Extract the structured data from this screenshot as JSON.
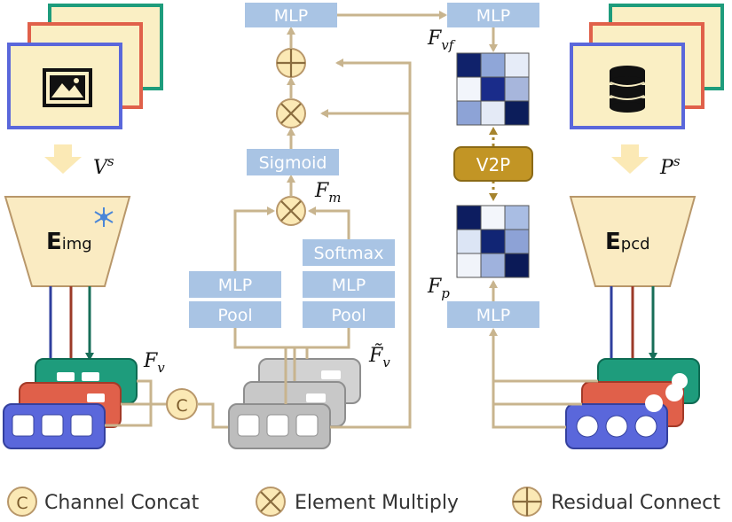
{
  "blocks": {
    "mlp_label": "MLP",
    "sigmoid_label": "Sigmoid",
    "softmax_label": "Softmax",
    "pool_label": "Pool",
    "v2p_label": "V2P"
  },
  "encoders": {
    "img_E": "E",
    "img_sub": "img",
    "pcd_E": "E",
    "pcd_sub": "pcd"
  },
  "labels": {
    "V_base": "V",
    "V_sup": "s",
    "P_base": "P",
    "P_sup": "s",
    "Fv_base": "F",
    "Fv_sub": "v",
    "Fvtilde_base": "F̃",
    "Fvtilde_sub": "v",
    "Fm_base": "F",
    "Fm_sub": "m",
    "Fvf_base": "F",
    "Fvf_sub": "vf",
    "Fp_base": "F",
    "Fp_sub": "p",
    "concat_symbol": "C"
  },
  "legend": [
    {
      "symbol": "C",
      "label": "Channel Concat"
    },
    {
      "symbol": "multiply",
      "label": "Element Multiply"
    },
    {
      "symbol": "add",
      "label": "Residual Connect"
    }
  ],
  "colors": {
    "block": "#a9c4e4",
    "connector": "#c8b48e",
    "operator_fill": "#fbe9b5",
    "encoder_fill": "#faebc2",
    "v2p_fill": "#c29525",
    "green": "#1e9c7c",
    "red": "#e0604a",
    "blue": "#5a67db",
    "grey": "#bfbfbf"
  },
  "icons": [
    "image-icon",
    "database-icon",
    "snowflake-icon"
  ]
}
